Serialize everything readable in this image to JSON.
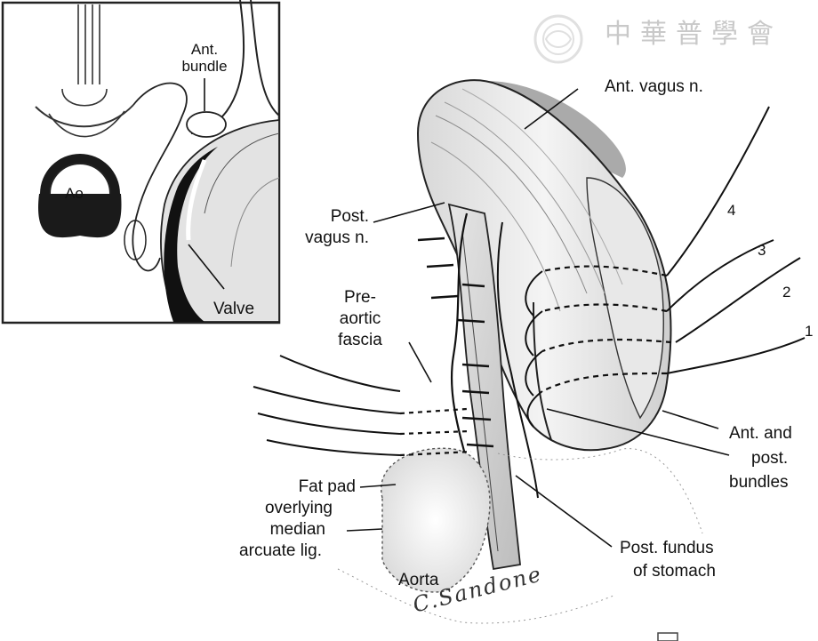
{
  "inset": {
    "labels": {
      "ao": "Ao",
      "ant_bundle_1": "Ant.",
      "ant_bundle_2": "bundle",
      "valve": "Valve"
    }
  },
  "main": {
    "labels": {
      "ant_vagus": "Ant. vagus n.",
      "post_vagus_1": "Post.",
      "post_vagus_2": "vagus n.",
      "preaortic_1": "Pre-",
      "preaortic_2": "aortic",
      "preaortic_3": "fascia",
      "fat_pad_1": "Fat pad",
      "fat_pad_2": "overlying",
      "fat_pad_3": "median",
      "fat_pad_4": "arcuate lig.",
      "aorta": "Aorta",
      "bundles_1": "Ant. and",
      "bundles_2": "post.",
      "bundles_3": "bundles",
      "fundus_1": "Post. fundus",
      "fundus_2": "of stomach",
      "suture_4": "4",
      "suture_3": "3",
      "suture_2": "2",
      "suture_1": "1"
    },
    "signature": "C.Sandone"
  },
  "watermark": {
    "text": "中華普學會"
  }
}
